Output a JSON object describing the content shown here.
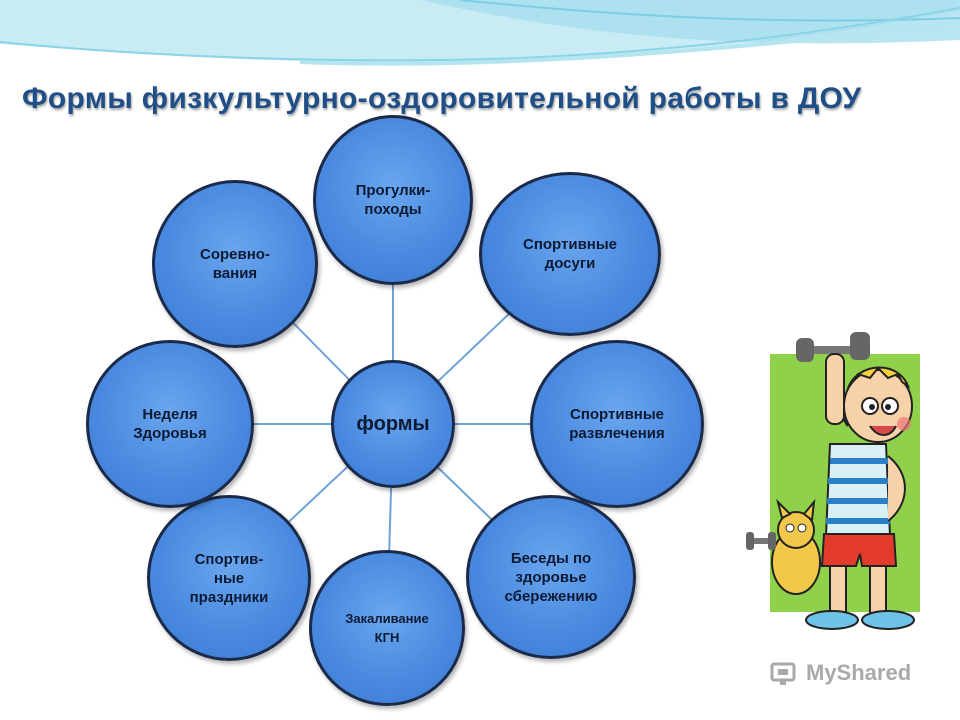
{
  "slide": {
    "title": "Формы физкультурно-оздоровительной работы в ДОУ"
  },
  "diagram": {
    "center": "формы",
    "nodes": [
      {
        "id": "walks",
        "label": "Прогулки-\nпоходы"
      },
      {
        "id": "sport-leisure",
        "label": "Спортивные\nдосуги"
      },
      {
        "id": "sport-entertainment",
        "label": "Спортивные\nразвлечения"
      },
      {
        "id": "talks",
        "label": "Беседы по\nздоровье\nсбережению"
      },
      {
        "id": "hardening",
        "label": "Закаливание\nКГН"
      },
      {
        "id": "holidays",
        "label": "Спортив-\nные\nпраздники"
      },
      {
        "id": "health-week",
        "label": "Неделя\nЗдоровья"
      },
      {
        "id": "competitions",
        "label": "Соревно-\nвания"
      }
    ]
  },
  "watermark": {
    "text": "MyShared",
    "icon": "myshared-logo-icon"
  },
  "illustration": {
    "icon": "athlete-with-dumbbell-and-cat-icon"
  },
  "colors": {
    "title": "#1f4f86",
    "bubble_fill": "#4a8ae0",
    "bubble_border": "#1c2a4a",
    "connector": "#6fa3d8",
    "illustration_bg": "#8fd14a"
  }
}
